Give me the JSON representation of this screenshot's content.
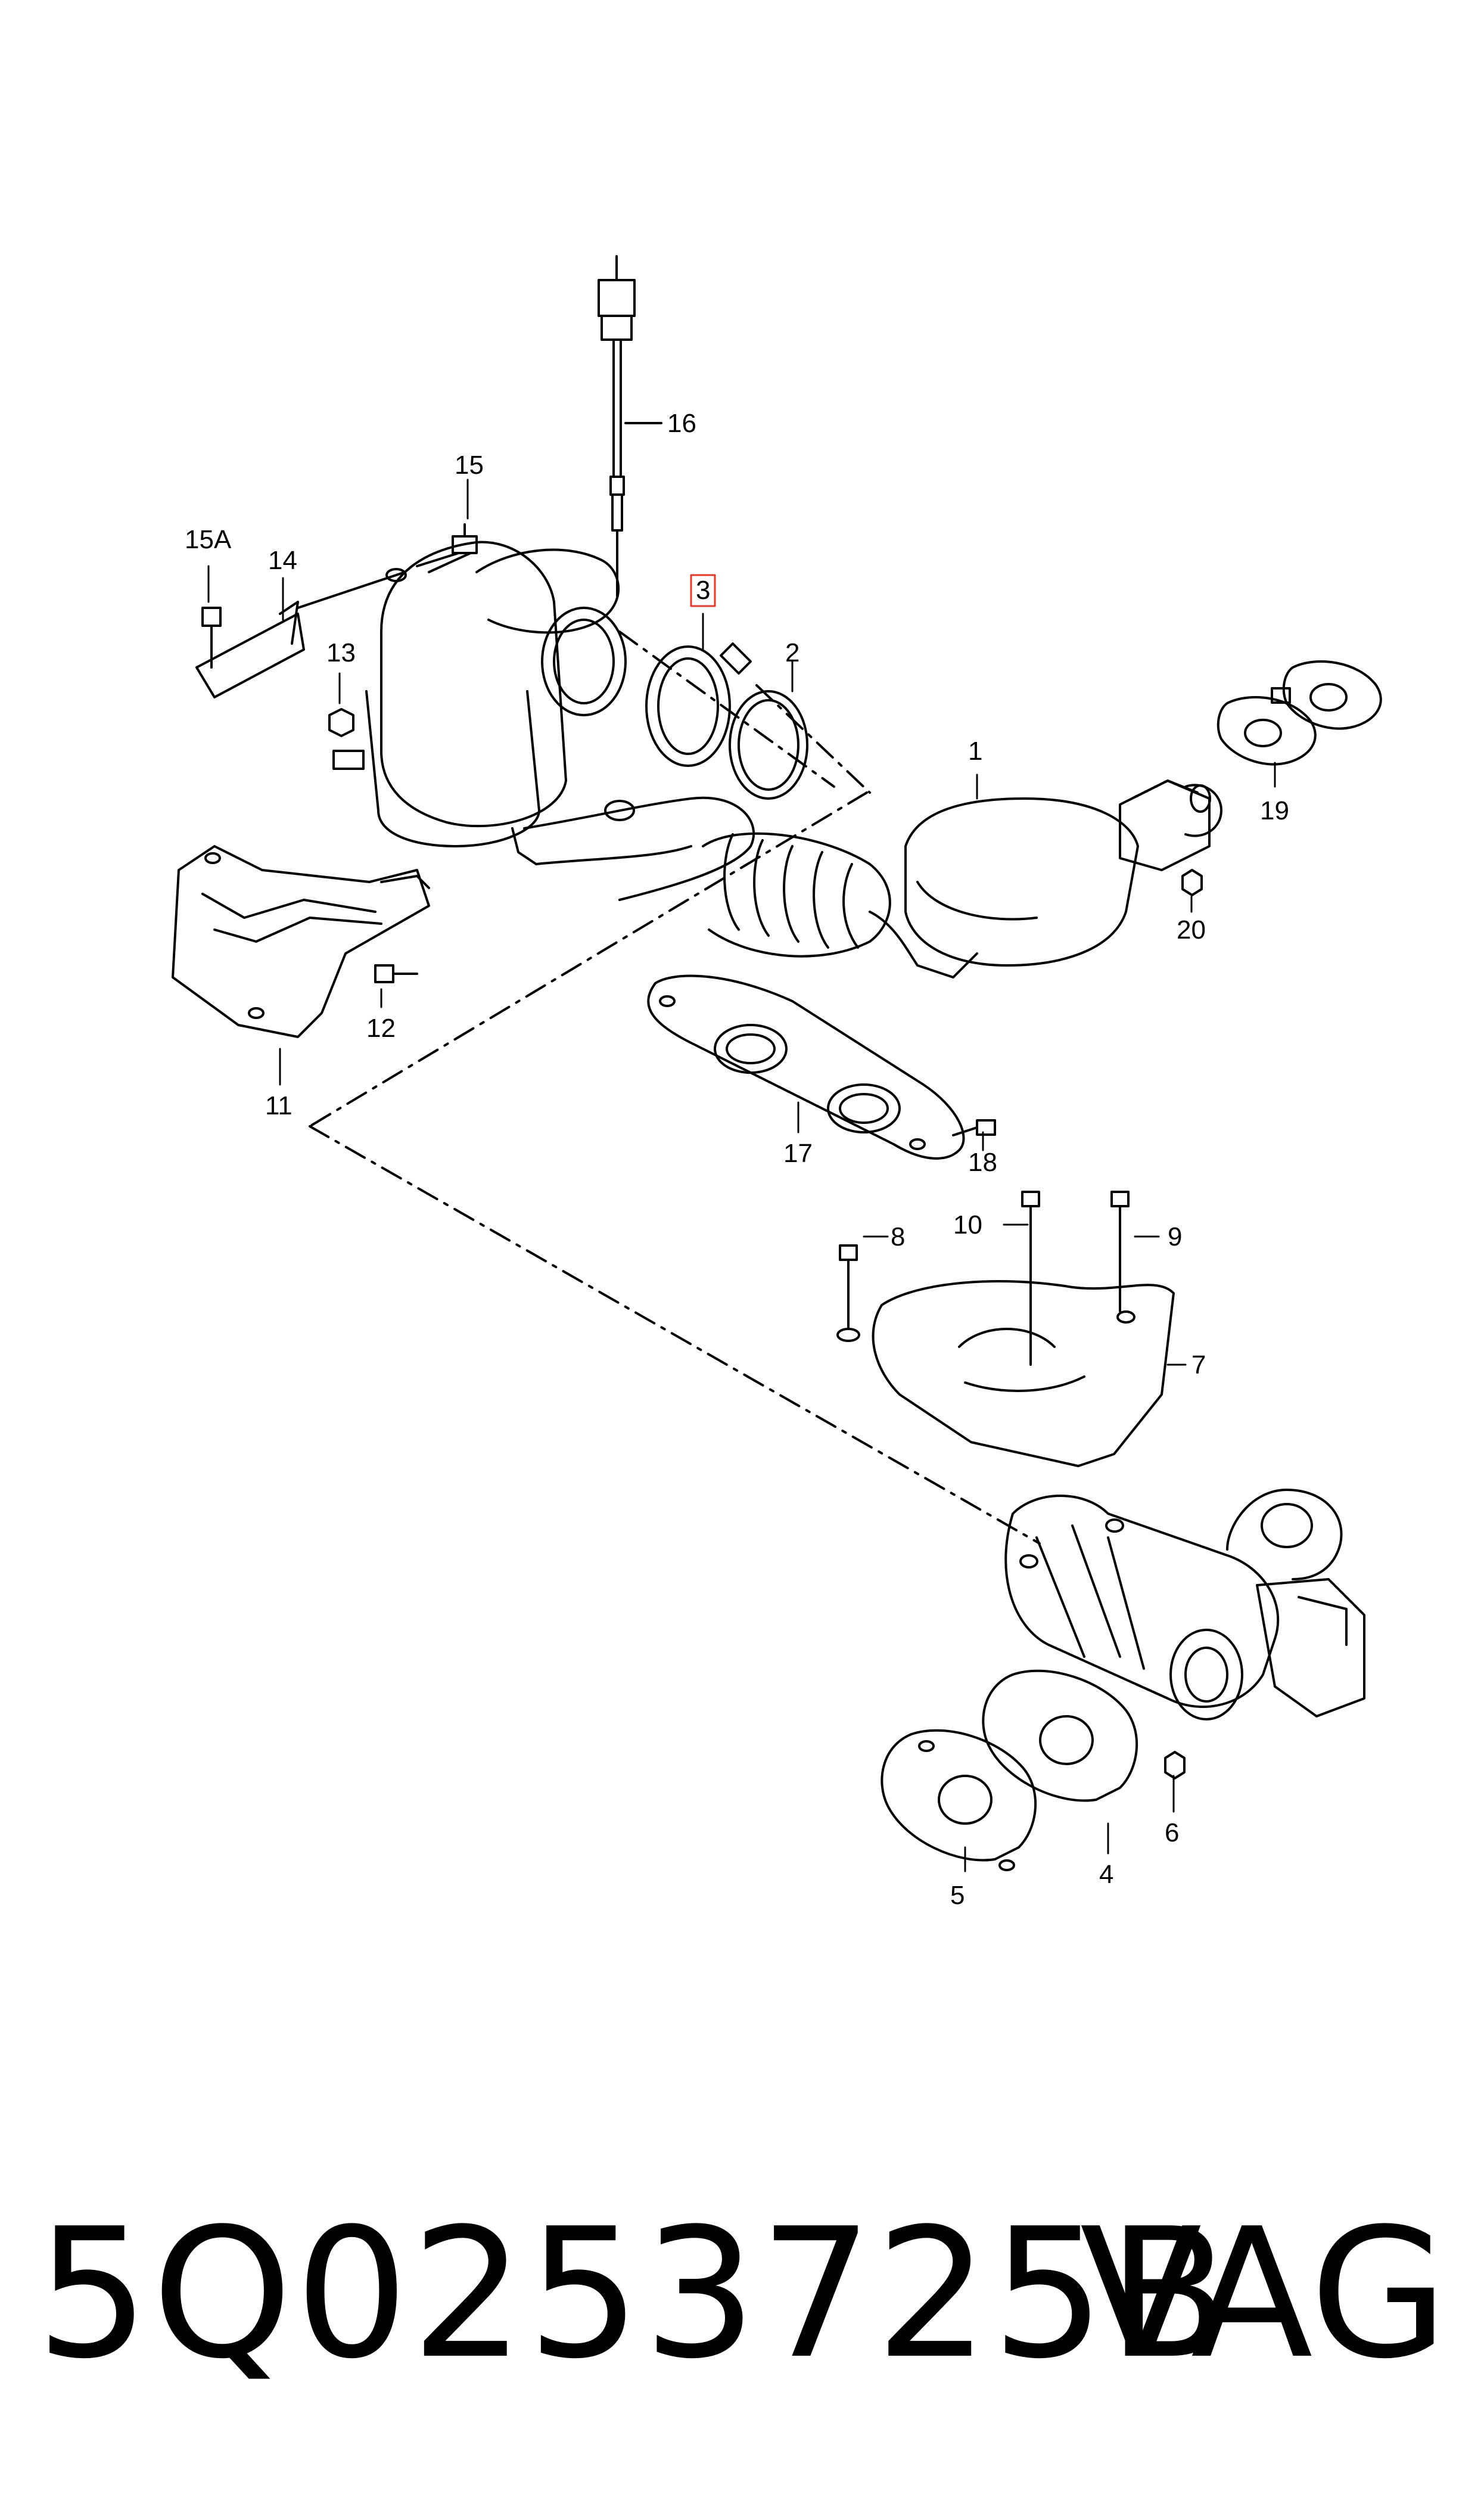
{
  "diagram": {
    "callouts": [
      "1",
      "2",
      "3",
      "4",
      "5",
      "6",
      "7",
      "8",
      "9",
      "10",
      "11",
      "12",
      "13",
      "14",
      "15",
      "15A",
      "16",
      "17",
      "18",
      "19",
      "20"
    ],
    "highlight_color": "#e0392b"
  },
  "footer": {
    "part_number": "5Q0253725B",
    "brand": "VAG"
  }
}
